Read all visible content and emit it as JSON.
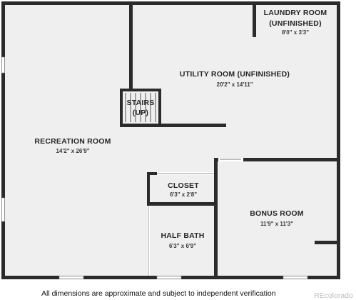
{
  "rooms": {
    "laundry": {
      "name_line1": "LAUNDRY ROOM",
      "name_line2": "(UNFINISHED)",
      "dims": "8'0\" x 3'3\""
    },
    "utility": {
      "name": "UTILITY ROOM (UNFINISHED)",
      "dims": "20'2\" x 14'11\""
    },
    "stairs": {
      "name_line1": "STAIRS",
      "name_line2": "(UP)"
    },
    "recreation": {
      "name": "RECREATION ROOM",
      "dims": "14'2\" x 26'9\""
    },
    "closet": {
      "name": "CLOSET",
      "dims": "6'3\" x 2'8\""
    },
    "bonus": {
      "name": "BONUS ROOM",
      "dims": "11'9\" x 11'3\""
    },
    "half_bath": {
      "name": "HALF BATH",
      "dims": "6'3\" x 6'9\""
    }
  },
  "footer": {
    "disclaimer": "All dimensions are approximate and subject to independent verification",
    "brand": "REcolorado"
  },
  "colors": {
    "floor": "#efefef",
    "wall": "#2b2b2b",
    "window": "#ffffff"
  }
}
